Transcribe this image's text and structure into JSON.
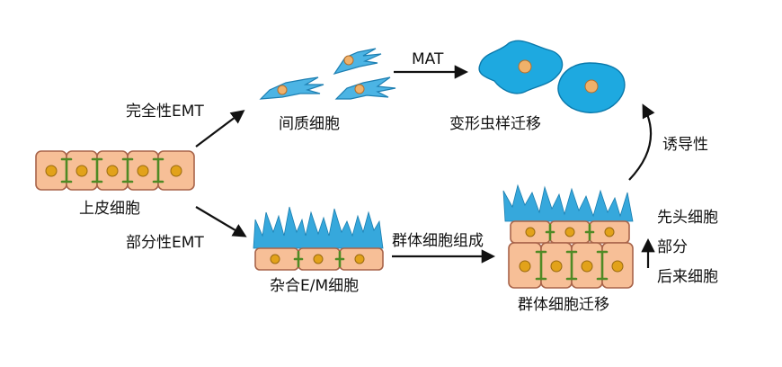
{
  "labels": {
    "full_emt": "完全性EMT",
    "mesenchymal": "间质细胞",
    "mat": "MAT",
    "amoeboid": "变形虫样迁移",
    "inducible": "诱导性",
    "epithelial": "上皮细胞",
    "partial_emt": "部分性EMT",
    "hybrid": "杂合E/M细胞",
    "cluster_form": "群体细胞组成",
    "leader": "先头细胞",
    "part": "部分",
    "follower": "后来细胞",
    "cluster_migrate": "群体细胞迁移"
  },
  "colors": {
    "cell_fill": "#f7bf97",
    "cell_border": "#a8644a",
    "nucleus": "#e2a21a",
    "junction": "#4f8a24",
    "mesenchymal_blue": "#36a8dc",
    "arrow": "#111111"
  }
}
